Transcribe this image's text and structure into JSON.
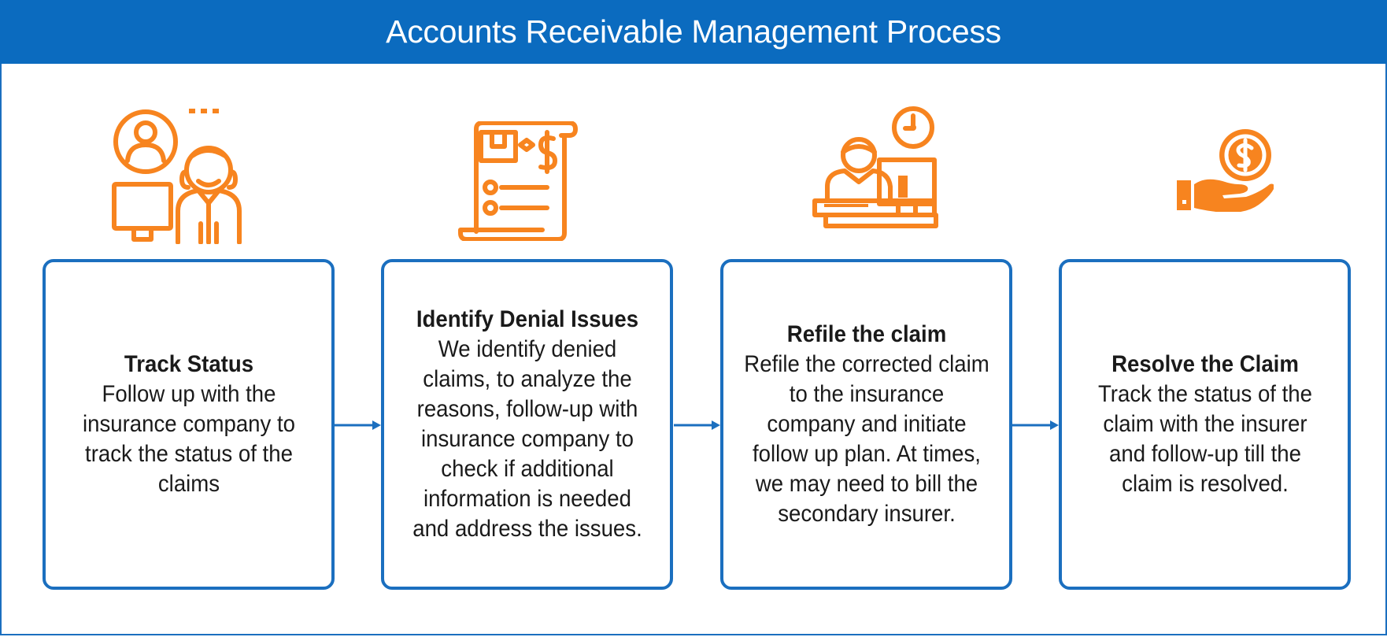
{
  "title": "Accounts Receivable Management Process",
  "colors": {
    "header": "#0b6bbf",
    "border": "#1b6fbf",
    "icon": "#f7841f"
  },
  "steps": [
    {
      "icon": "agent-with-computer-icon",
      "title": "Track Status",
      "text": "Follow up with the insurance company to track the status of the claims"
    },
    {
      "icon": "invoice-document-icon",
      "title": "Identify Denial Issues",
      "text": "We identify denied claims, to analyze the reasons, follow-up with insurance company to check if additional information is needed and address the issues."
    },
    {
      "icon": "person-at-desk-clock-icon",
      "title": "Refile the claim",
      "text": "Refile the corrected claim to the insurance company and initiate follow up plan. At times, we may need to bill the secondary insurer."
    },
    {
      "icon": "hand-with-coin-icon",
      "title": "Resolve the Claim",
      "text": "Track the status of the claim with the insurer and follow-up till the claim is resolved."
    }
  ]
}
